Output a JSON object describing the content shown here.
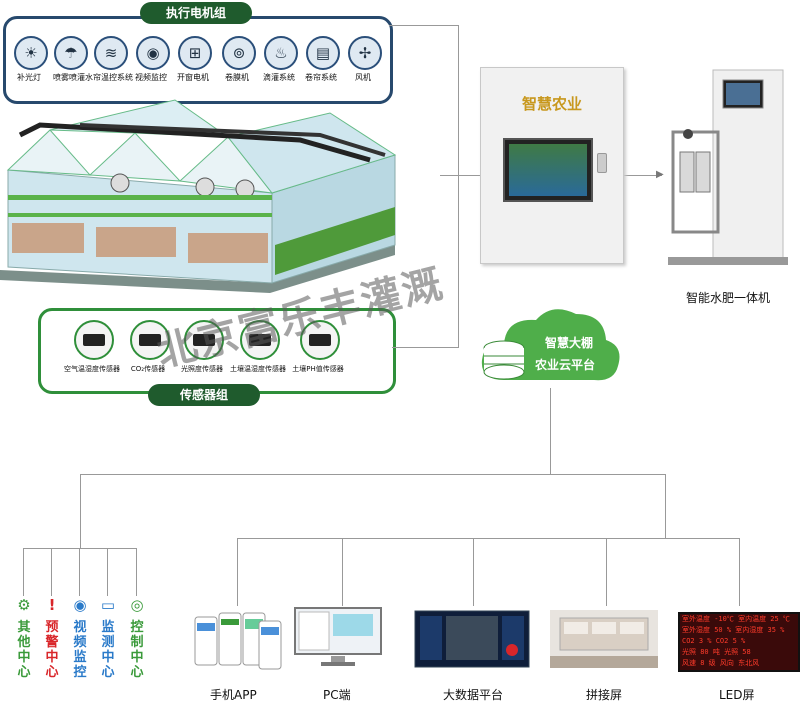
{
  "actuator_group": {
    "title": "执行电机组",
    "items": [
      {
        "label": "补光灯",
        "icon": "grow-light-icon"
      },
      {
        "label": "喷雾喷灌",
        "icon": "spray-icon"
      },
      {
        "label": "水帘温控系统",
        "icon": "water-curtain-icon"
      },
      {
        "label": "视频监控",
        "icon": "camera-icon"
      },
      {
        "label": "开窗电机",
        "icon": "window-motor-icon"
      },
      {
        "label": "卷膜机",
        "icon": "film-roller-icon"
      },
      {
        "label": "滴灌系统",
        "icon": "drip-icon"
      },
      {
        "label": "卷帘系统",
        "icon": "shade-icon"
      },
      {
        "label": "风机",
        "icon": "fan-icon"
      }
    ]
  },
  "sensor_group": {
    "title": "传感器组",
    "items": [
      {
        "label": "空气温湿度传感器"
      },
      {
        "label": "CO₂传感器"
      },
      {
        "label": "光照度传感器"
      },
      {
        "label": "土壤温湿度传感器"
      },
      {
        "label": "土壤PH值传感器"
      }
    ]
  },
  "control_cabinet": {
    "title": "智慧农业"
  },
  "fertigation": {
    "label": "智能水肥一体机"
  },
  "cloud": {
    "line1": "智慧大棚",
    "line2": "农业云平台"
  },
  "watermark": "北京富乐丰灌溉",
  "centers": [
    {
      "label": "其他中心",
      "icon": "gear-icon",
      "color": "#3a9a3a"
    },
    {
      "label": "预警中心",
      "icon": "alert-icon",
      "color": "#d9262a"
    },
    {
      "label": "视频监控",
      "icon": "camera-icon",
      "color": "#2a7ac9"
    },
    {
      "label": "监测中心",
      "icon": "monitor-icon",
      "color": "#2a7ac9"
    },
    {
      "label": "控制中心",
      "icon": "control-icon",
      "color": "#3a9a3a"
    }
  ],
  "terminals": [
    {
      "label": "手机APP"
    },
    {
      "label": "PC端"
    },
    {
      "label": "大数据平台"
    },
    {
      "label": "拼接屏"
    },
    {
      "label": "LED屏"
    }
  ],
  "led": {
    "rows": [
      "室外温度 -10℃ 室内温度 25 ℃",
      "室外湿度 50 % 室内湿度 35 %",
      "CO2 3 % CO2 5 %",
      "光照 80 吨 光照 58",
      "风速 8 级 风向 东北风"
    ]
  }
}
